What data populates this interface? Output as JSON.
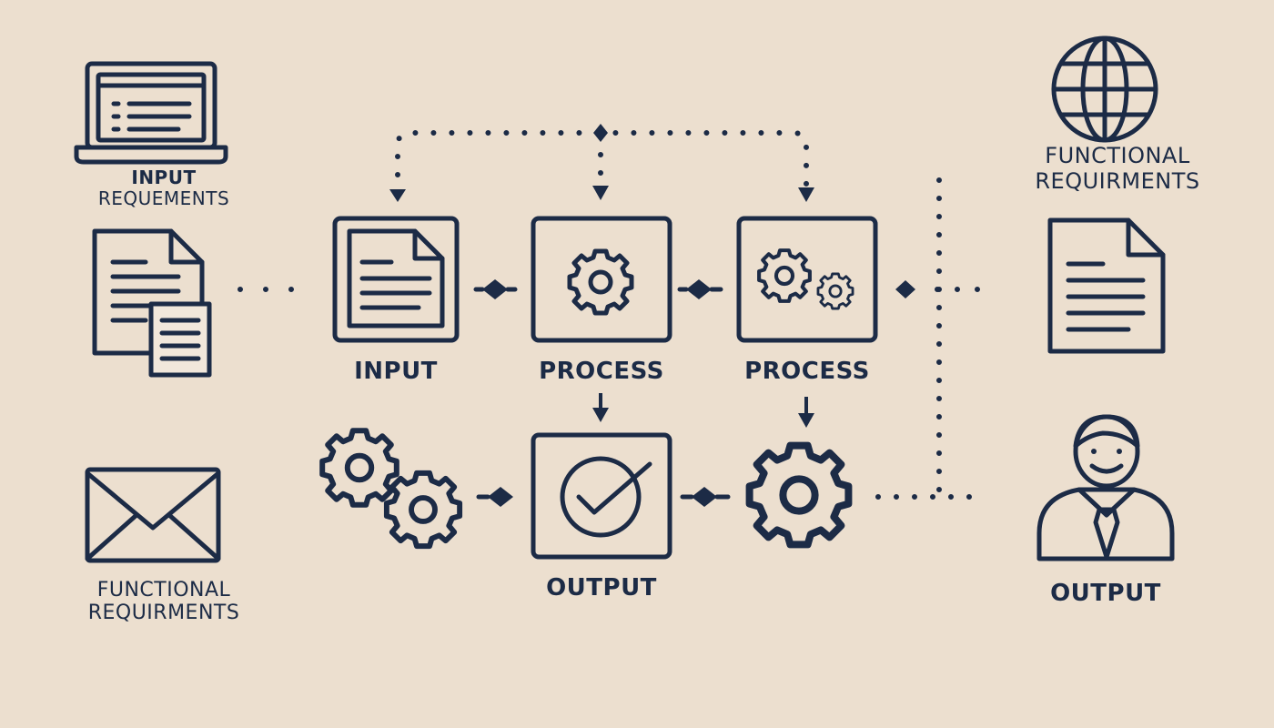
{
  "colors": {
    "background": "#ecdfcf",
    "ink": "#1c2b46"
  },
  "labels": {
    "input_requirements": [
      "INPUT",
      "REQUEMENTS"
    ],
    "functional_left": [
      "FUNCTIONAL",
      "REQUIRMENTS"
    ],
    "input": "INPUT",
    "process_1": "PROCESS",
    "process_2": "PROCESS",
    "output_center": "OUTPUT",
    "functional_right": [
      "FUNCTIONAL",
      "REQUIRMENTS"
    ],
    "output_right": "OUTPUT"
  },
  "icons": [
    "laptop-icon",
    "documents-icon",
    "envelope-icon",
    "document-icon",
    "gear-icon",
    "gears-icon",
    "checkmark-icon",
    "double-gear-icon",
    "large-gear-icon",
    "globe-icon",
    "document-right-icon",
    "person-icon"
  ]
}
